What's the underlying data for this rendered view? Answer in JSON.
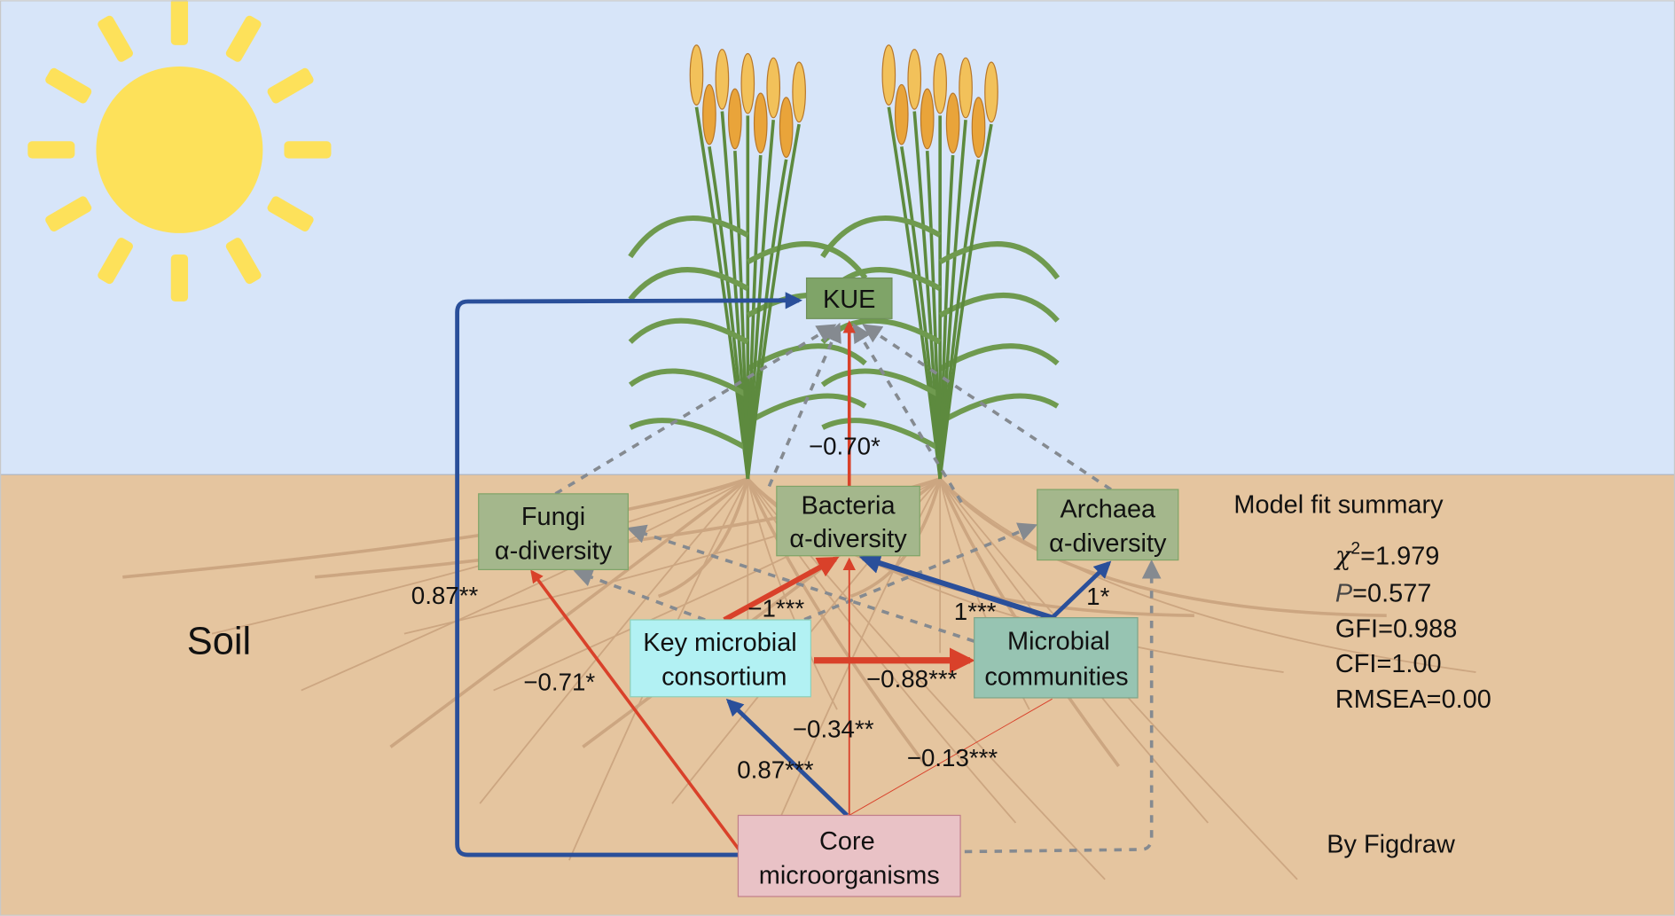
{
  "scene": {
    "soil_label": "Soil",
    "credit": "By Figdraw"
  },
  "colors": {
    "sky": "#d7e5f9",
    "soil": "#e5c59f",
    "sun": "#fde15a",
    "positive": "#2a4f9a",
    "negative": "#d9412a",
    "nonsig": "#858a90"
  },
  "nodes": {
    "kue": {
      "line1": "KUE"
    },
    "fungi": {
      "line1": "Fungi",
      "line2": "α-diversity"
    },
    "bacteria": {
      "line1": "Bacteria",
      "line2": "α-diversity"
    },
    "archaea": {
      "line1": "Archaea",
      "line2": "α-diversity"
    },
    "key": {
      "line1": "Key microbial",
      "line2": "consortium"
    },
    "communities": {
      "line1": "Microbial",
      "line2": "communities"
    },
    "core": {
      "line1": "Core",
      "line2": "microorganisms"
    }
  },
  "paths": {
    "core_kue": "0.87**",
    "core_fungi": "−0.71*",
    "key_bacteria": "−1***",
    "comm_bacteria": "1***",
    "comm_archaea": "1*",
    "key_comm": "−0.88***",
    "core_bacteria": "−0.34**",
    "core_key": "0.87***",
    "core_comm": "−0.13***",
    "bacteria_kue": "−0.70*"
  },
  "model_fit": {
    "title": "Model fit summary",
    "chi_symbol": "χ",
    "chi_sup": "2",
    "chi_value": "=1.979",
    "p_symbol": "P",
    "p_value": "=0.577",
    "gfi": "GFI=0.988",
    "cfi": "CFI=1.00",
    "rmsea": "RMSEA=0.00"
  }
}
